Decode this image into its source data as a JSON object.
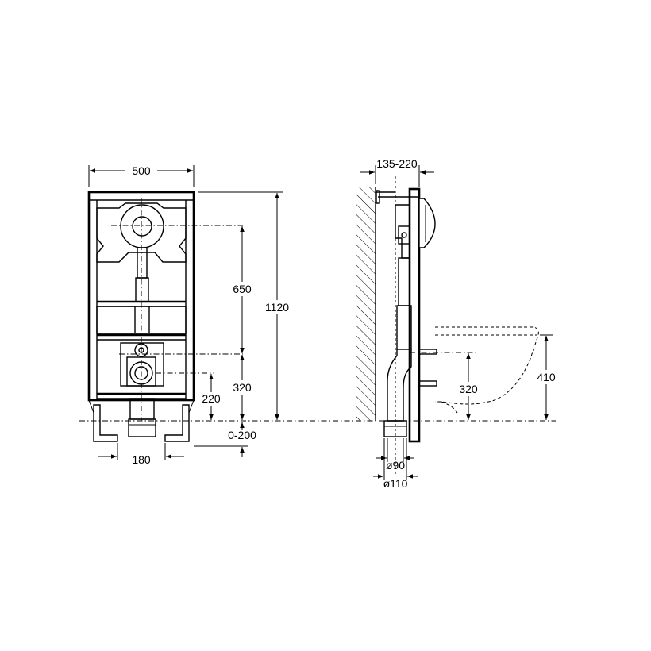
{
  "front_view": {
    "width_label": "500",
    "height_label": "1120",
    "flush_height_label": "650",
    "outlet_height_label": "320",
    "inlet_height_label": "220",
    "leg_adjust_label": "0-200",
    "fixing_width_label": "180"
  },
  "side_view": {
    "depth_label": "135-220",
    "bowl_height_label": "410",
    "outlet_height_label": "320",
    "pipe_inner_label": "ø90",
    "pipe_outer_label": "ø110"
  }
}
